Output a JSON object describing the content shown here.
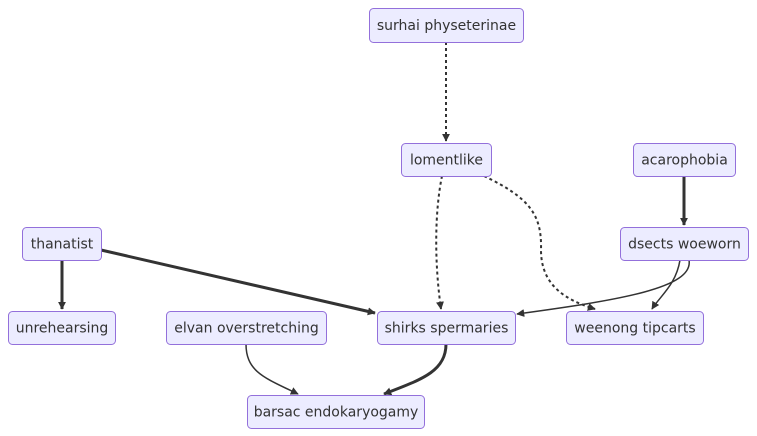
{
  "diagram": {
    "type": "flowchart",
    "nodes": [
      {
        "id": "surhai",
        "label": "surhai physeterinae"
      },
      {
        "id": "lomentlike",
        "label": "lomentlike"
      },
      {
        "id": "acarophobia",
        "label": "acarophobia"
      },
      {
        "id": "thanatist",
        "label": "thanatist"
      },
      {
        "id": "dsects",
        "label": "dsects woeworn"
      },
      {
        "id": "unrehearsing",
        "label": "unrehearsing"
      },
      {
        "id": "elvan",
        "label": "elvan overstretching"
      },
      {
        "id": "shirks",
        "label": "shirks spermaries"
      },
      {
        "id": "weenong",
        "label": "weenong tipcarts"
      },
      {
        "id": "barsac",
        "label": "barsac endokaryogamy"
      }
    ],
    "edges": [
      {
        "from": "surhai",
        "to": "lomentlike",
        "style": "dotted"
      },
      {
        "from": "lomentlike",
        "to": "shirks",
        "style": "dotted"
      },
      {
        "from": "lomentlike",
        "to": "weenong",
        "style": "dotted"
      },
      {
        "from": "acarophobia",
        "to": "dsects",
        "style": "thick"
      },
      {
        "from": "thanatist",
        "to": "unrehearsing",
        "style": "thick"
      },
      {
        "from": "thanatist",
        "to": "shirks",
        "style": "thick"
      },
      {
        "from": "dsects",
        "to": "shirks",
        "style": "normal"
      },
      {
        "from": "dsects",
        "to": "weenong",
        "style": "normal"
      },
      {
        "from": "elvan",
        "to": "barsac",
        "style": "normal"
      },
      {
        "from": "shirks",
        "to": "barsac",
        "style": "thick"
      }
    ]
  }
}
